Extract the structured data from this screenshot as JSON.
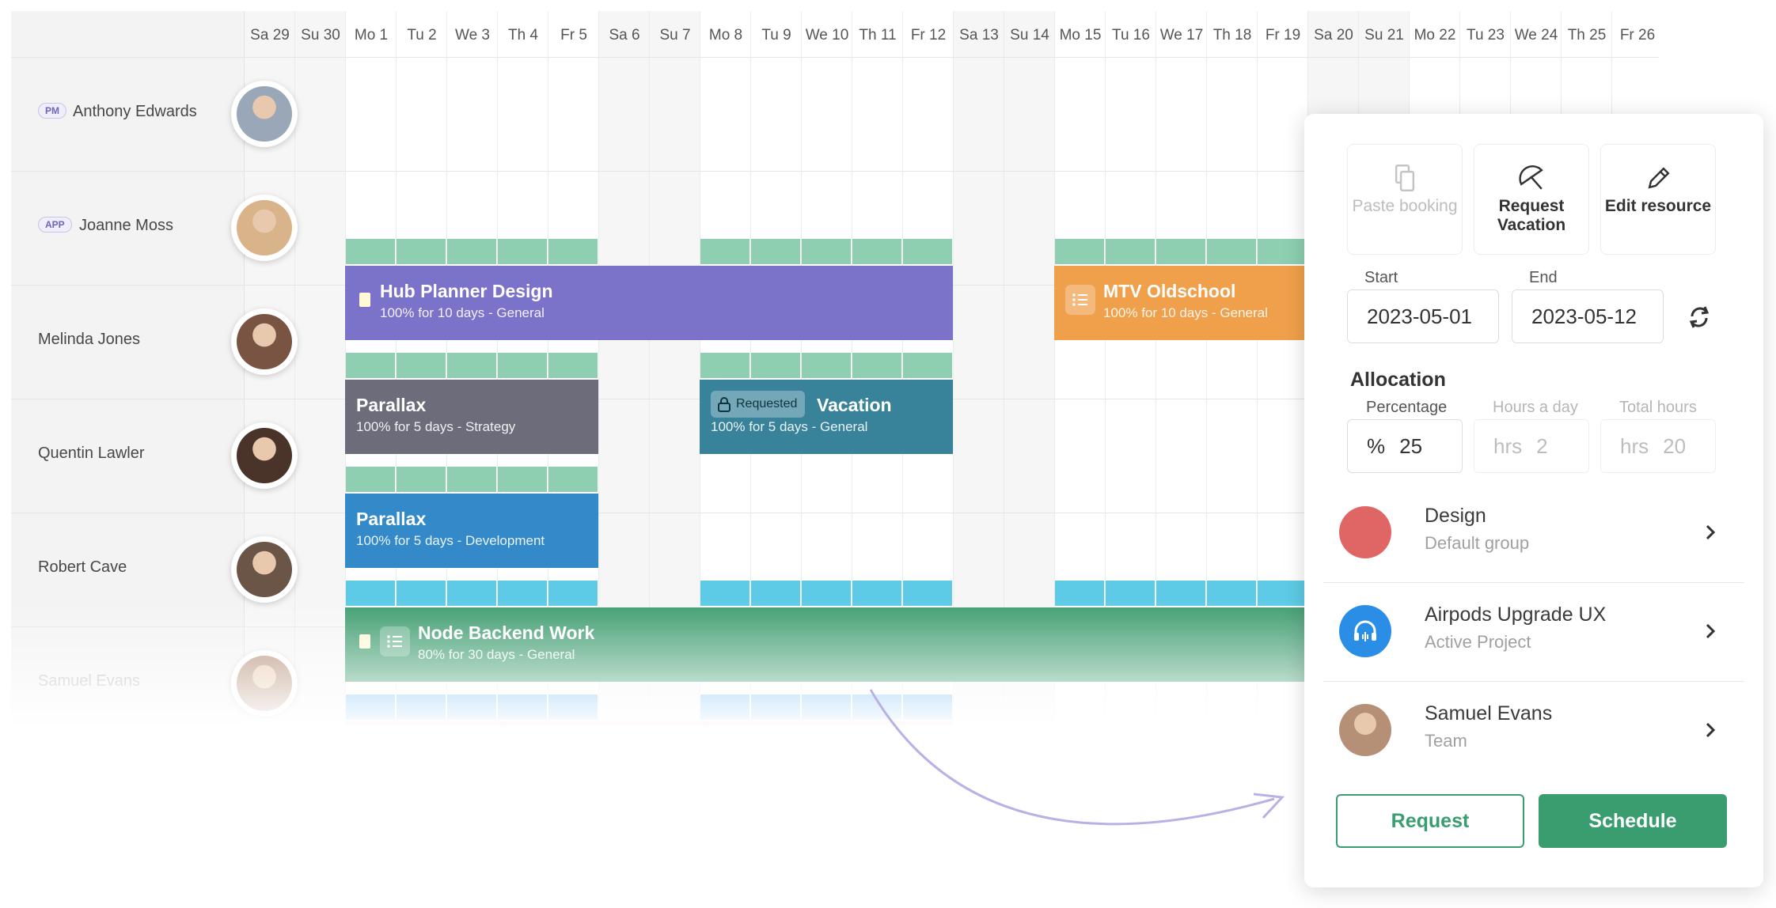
{
  "days": [
    {
      "label": "Sa 29",
      "weekend": true
    },
    {
      "label": "Su 30",
      "weekend": true
    },
    {
      "label": "Mo 1",
      "weekend": false
    },
    {
      "label": "Tu 2",
      "weekend": false
    },
    {
      "label": "We 3",
      "weekend": false
    },
    {
      "label": "Th 4",
      "weekend": false
    },
    {
      "label": "Fr 5",
      "weekend": false
    },
    {
      "label": "Sa 6",
      "weekend": true
    },
    {
      "label": "Su 7",
      "weekend": true
    },
    {
      "label": "Mo 8",
      "weekend": false
    },
    {
      "label": "Tu 9",
      "weekend": false
    },
    {
      "label": "We 10",
      "weekend": false
    },
    {
      "label": "Th 11",
      "weekend": false
    },
    {
      "label": "Fr 12",
      "weekend": false
    },
    {
      "label": "Sa 13",
      "weekend": true
    },
    {
      "label": "Su 14",
      "weekend": true
    },
    {
      "label": "Mo 15",
      "weekend": false
    },
    {
      "label": "Tu 16",
      "weekend": false
    },
    {
      "label": "We 17",
      "weekend": false
    },
    {
      "label": "Th 18",
      "weekend": false
    },
    {
      "label": "Fr 19",
      "weekend": false
    },
    {
      "label": "Sa 20",
      "weekend": true
    },
    {
      "label": "Su 21",
      "weekend": true
    },
    {
      "label": "Mo 22",
      "weekend": false
    },
    {
      "label": "Tu 23",
      "weekend": false
    },
    {
      "label": "We 24",
      "weekend": false
    },
    {
      "label": "Th 25",
      "weekend": false
    },
    {
      "label": "Fr 26",
      "weekend": false
    }
  ],
  "resources": [
    {
      "name": "Anthony Edwards",
      "tag": "PM",
      "avatar_color": "#9aa7b8"
    },
    {
      "name": "Joanne Moss",
      "tag": "APP",
      "avatar_color": "#d9b48a"
    },
    {
      "name": "Melinda Jones",
      "tag": "",
      "avatar_color": "#7a5443"
    },
    {
      "name": "Quentin Lawler",
      "tag": "",
      "avatar_color": "#4a3328"
    },
    {
      "name": "Robert Cave",
      "tag": "",
      "avatar_color": "#6b5546"
    },
    {
      "name": "Samuel Evans",
      "tag": "",
      "avatar_color": "#b59077"
    }
  ],
  "bookings": [
    {
      "row": 1,
      "start": 2,
      "span": 12,
      "title": "Hub Planner Design",
      "subtitle": "100% for 10 days - General",
      "color": "#7b72c9",
      "cap_color": "#8dcfb0",
      "doc_icon": true,
      "list_icon": false,
      "badge": ""
    },
    {
      "row": 1,
      "start": 16,
      "span": 6,
      "title": "MTV Oldschool",
      "subtitle": "100% for 10 days - General",
      "color": "#f0a04b",
      "cap_color": "#8dcfb0",
      "doc_icon": false,
      "list_icon": true,
      "badge": ""
    },
    {
      "row": 2,
      "start": 2,
      "span": 5,
      "title": "Parallax",
      "subtitle": "100% for 5 days - Strategy",
      "color": "#6c6c7a",
      "cap_color": "#8dcfb0",
      "doc_icon": false,
      "list_icon": false,
      "badge": ""
    },
    {
      "row": 2,
      "start": 9,
      "span": 5,
      "title": "Vacation",
      "subtitle": "100% for 5 days - General",
      "color": "#38839a",
      "cap_color": "#8dcfb0",
      "doc_icon": false,
      "list_icon": false,
      "badge": "Requested"
    },
    {
      "row": 3,
      "start": 2,
      "span": 5,
      "title": "Parallax",
      "subtitle": "100% for 5 days - Development",
      "color": "#3489c9",
      "cap_color": "#8dcfb0",
      "doc_icon": false,
      "list_icon": false,
      "badge": ""
    },
    {
      "row": 4,
      "start": 2,
      "span": 26,
      "title": "Node Backend Work",
      "subtitle": "80% for 30 days - General",
      "color": "#3f9d70",
      "cap_color": "#5ecbe6",
      "doc_icon": true,
      "list_icon": true,
      "badge": ""
    },
    {
      "row": 5,
      "start": 2,
      "span": 12,
      "title": "Airpods Upgrade UX",
      "subtitle": "25% for 10 days - Design",
      "color": "#e58583",
      "cap_color": "#5fb3f2",
      "doc_icon": false,
      "list_icon": false,
      "badge": ""
    }
  ],
  "panel": {
    "tools": [
      {
        "label": "Paste booking",
        "icon": "paste-icon",
        "enabled": false
      },
      {
        "label": "Request Vacation",
        "icon": "umbrella-icon",
        "enabled": true
      },
      {
        "label": "Edit resource",
        "icon": "pencil-icon",
        "enabled": true
      }
    ],
    "start": {
      "label": "Start",
      "value": "2023-05-01"
    },
    "end": {
      "label": "End",
      "value": "2023-05-12"
    },
    "allocation": {
      "title": "Allocation",
      "percentage": {
        "label": "Percentage",
        "prefix": "%",
        "value": "25"
      },
      "hours_day": {
        "label": "Hours a day",
        "prefix": "hrs",
        "value": "2"
      },
      "total_hours": {
        "label": "Total hours",
        "prefix": "hrs",
        "value": "20"
      }
    },
    "items": [
      {
        "title": "Design",
        "subtitle": "Default group",
        "icon": "color-dot-icon",
        "color": "#e06666"
      },
      {
        "title": "Airpods Upgrade UX",
        "subtitle": "Active Project",
        "icon": "headphones-icon",
        "color": "#2b8ee6"
      },
      {
        "title": "Samuel Evans",
        "subtitle": "Team",
        "icon": "avatar",
        "color": "#b59077"
      }
    ],
    "request_label": "Request",
    "schedule_label": "Schedule"
  }
}
